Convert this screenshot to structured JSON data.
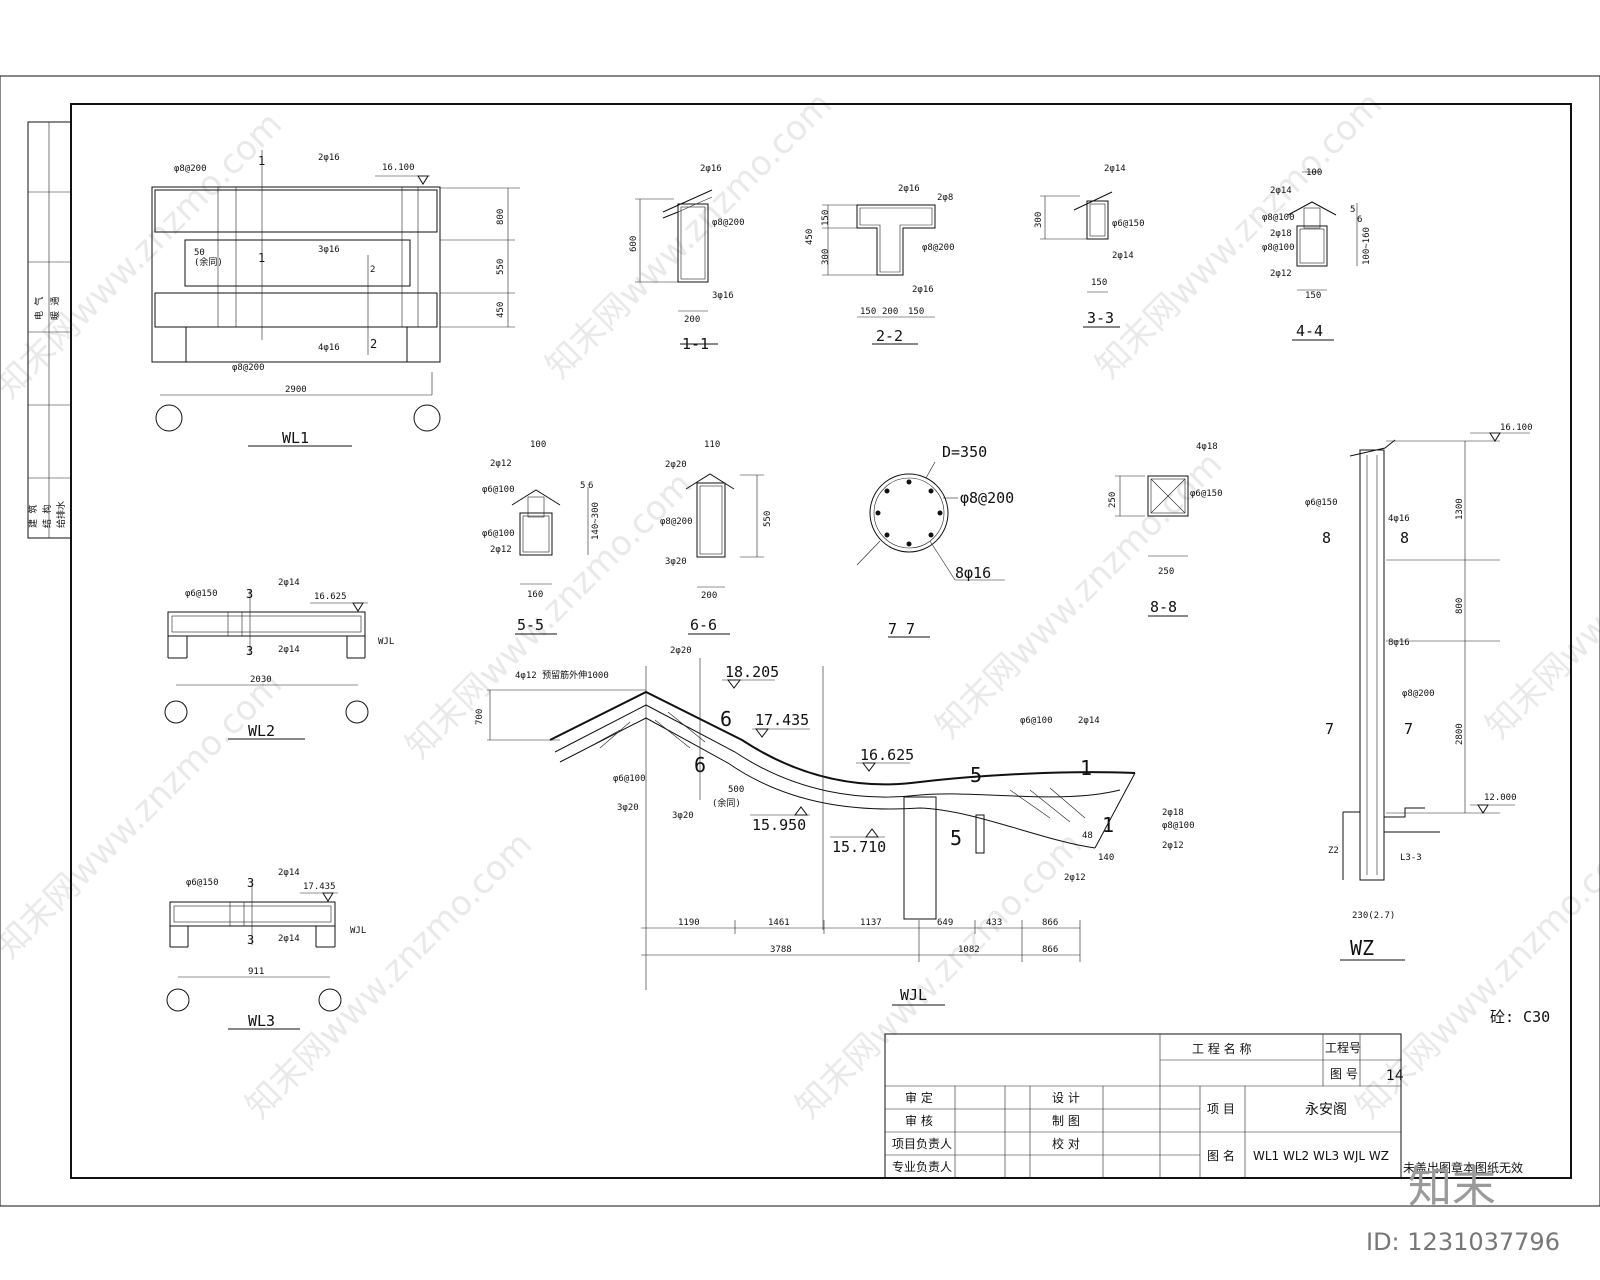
{
  "watermark": {
    "text": "知末网www.znzmo.com"
  },
  "brand": {
    "logo": "知末",
    "id": "ID: 1231037796"
  },
  "concrete": "砼: C30",
  "left_strip": {
    "labels": [
      "电 气",
      "暖 通",
      "建 筑",
      "结 构",
      "给排水"
    ]
  },
  "wl1": {
    "title": "WL1",
    "labels": [
      "φ8@200",
      "2φ16",
      "16.100",
      "50",
      "(余同)",
      "3φ16",
      "2",
      "4φ16",
      "2",
      "φ8@200",
      "1",
      "1"
    ],
    "dims": [
      "800",
      "550",
      "450",
      "2900"
    ]
  },
  "wl2": {
    "title": "WL2",
    "labels": [
      "φ6@150",
      "3",
      "2φ14",
      "16.625",
      "3",
      "2φ14",
      "WJL"
    ],
    "dims": [
      "2030"
    ]
  },
  "wl3": {
    "title": "WL3",
    "labels": [
      "φ6@150",
      "3",
      "2φ14",
      "17.435",
      "3",
      "2φ14",
      "WJL"
    ],
    "dims": [
      "911"
    ]
  },
  "sec11": {
    "title": "1-1",
    "labels": [
      "2φ16",
      "φ8@200",
      "3φ16"
    ],
    "dims": [
      "600",
      "200"
    ]
  },
  "sec22": {
    "title": "2-2",
    "labels": [
      "2φ16",
      "2φ8",
      "φ8@200",
      "2φ16"
    ],
    "dims": [
      "150",
      "300",
      "450",
      "150",
      "200",
      "150"
    ]
  },
  "sec33": {
    "title": "3-3",
    "labels": [
      "2φ14",
      "φ6@150",
      "2φ14"
    ],
    "dims": [
      "300",
      "150"
    ]
  },
  "sec44": {
    "title": "4-4",
    "labels": [
      "100",
      "2φ14",
      "φ8@100",
      "2φ18",
      "φ8@100",
      "2φ12",
      "5",
      "6"
    ],
    "dims": [
      "100~160",
      "150"
    ]
  },
  "sec55": {
    "title": "5-5",
    "labels": [
      "100",
      "2φ12",
      "φ6@100",
      "φ6@100",
      "2φ12",
      "5",
      "6"
    ],
    "dims": [
      "140~300",
      "160"
    ]
  },
  "sec66": {
    "title": "6-6",
    "labels": [
      "110",
      "2φ20",
      "φ8@200",
      "3φ20"
    ],
    "dims": [
      "550",
      "200"
    ]
  },
  "sec77": {
    "title": "7 7",
    "labels": [
      "D=350",
      "φ8@200",
      "8φ16"
    ]
  },
  "sec88": {
    "title": "8-8",
    "labels": [
      "4φ18",
      "φ6@150"
    ],
    "dims": [
      "250",
      "250"
    ]
  },
  "wjl": {
    "title": "WJL",
    "labels": [
      "2φ20",
      "4φ12 预留筋外伸1000",
      "18.205",
      "17.435",
      "16.625",
      "15.950",
      "15.710",
      "φ6@100",
      "3φ20",
      "3φ20",
      "500",
      "(余同)",
      "6",
      "6",
      "5",
      "5",
      "φ6@100",
      "2φ14",
      "1",
      "1",
      "2φ12",
      "φ8@100",
      "2φ18",
      "2φ12",
      "140",
      "48"
    ],
    "elev": [
      "700"
    ],
    "dims_row1": [
      "1190",
      "1461",
      "1137",
      "649",
      "433",
      "866"
    ],
    "dims_row2": [
      "3788",
      "1082",
      "866"
    ]
  },
  "wz": {
    "title": "WZ",
    "labels": [
      "16.100",
      "φ6@150",
      "4φ16",
      "8",
      "8",
      "8φ16",
      "φ8@200",
      "7",
      "7",
      "12.000",
      "Z2",
      "L3-3",
      "230(2.7)"
    ],
    "dims": [
      "1300",
      "800",
      "2800"
    ]
  },
  "title_block": {
    "labels": {
      "project_name": "工 程 名 称",
      "project_no": "工程号",
      "drawing_no": "图 号",
      "approve": "审 定",
      "review": "审 核",
      "project_lead": "项目负责人",
      "discipline_lead": "专业负责人",
      "design": "设 计",
      "draw": "制 图",
      "check": "校 对",
      "item": "项 目",
      "drawing_name": "图 名"
    },
    "values": {
      "drawing_no": "14",
      "item": "永安阁",
      "drawing_name": "WL1 WL2 WL3 WJL WZ",
      "note": "未盖出图章本图纸无效"
    }
  }
}
